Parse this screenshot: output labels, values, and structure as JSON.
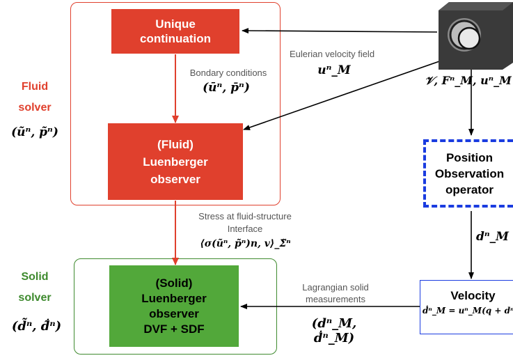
{
  "fluid_solver": {
    "label_line1": "Fluid",
    "label_line2": "solver",
    "math": "(ũⁿ, p̃ⁿ)",
    "unique_continuation": {
      "line1": "Unique",
      "line2": "continuation"
    },
    "bc_label": "Bondary conditions",
    "bc_math": "(ūⁿ, p̄ⁿ)",
    "fluid_observer": {
      "line1": "(Fluid)",
      "line2": "Luenberger",
      "line3": "observer"
    }
  },
  "interface": {
    "label_line1": "Stress at fluid-structure",
    "label_line2": "Interface",
    "math": "⟨σ(ũⁿ, p̃ⁿ)n, v⟩_Σ̃ⁿ"
  },
  "solid_solver": {
    "label_line1": "Solid",
    "label_line2": "solver",
    "math": "(d̃ⁿ, ḋ̃ⁿ)",
    "solid_observer": {
      "line1": "(Solid)",
      "line2": "Luenberger",
      "line3": "observer",
      "line4": "DVF + SDF"
    }
  },
  "measurement": {
    "velocity_field_label": "Eulerian velocity field",
    "velocity_field_math": "uⁿ_M",
    "device_math": "𝒱, Fⁿ_M, uⁿ_M"
  },
  "position_operator": {
    "line1": "Position",
    "line2": "Observation",
    "line3": "operator"
  },
  "d_math": "dⁿ_M",
  "velocity_box": {
    "title": "Velocity",
    "math": "ḋⁿ_M = uⁿ_M(q + dⁿ_M"
  },
  "lagrangian": {
    "label_line1": "Lagrangian solid",
    "label_line2": "measurements",
    "math": "(dⁿ_M, ḋⁿ_M)"
  },
  "colors": {
    "red": "#e0402d",
    "green": "#52a83a",
    "blue": "#1a3ce0",
    "green_border": "#3e8a2e",
    "red_border": "#e0402d"
  }
}
